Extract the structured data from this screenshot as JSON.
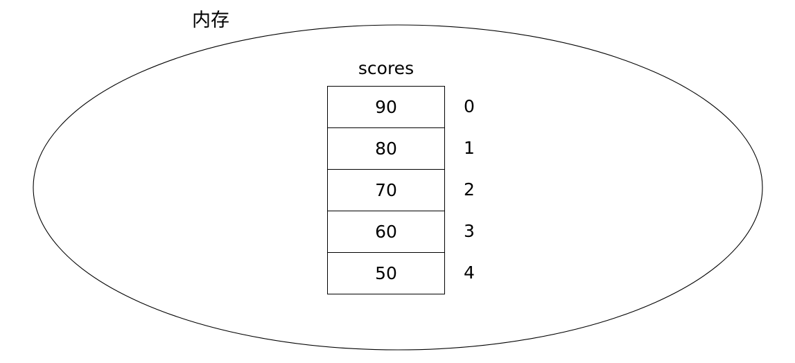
{
  "diagram": {
    "title": "内存",
    "container": {
      "label": "内存",
      "shape_name": "memory-ellipse",
      "stroke_color": "#000000",
      "fill_color": "#ffffff"
    },
    "array": {
      "name": "scores",
      "cells": [
        {
          "value": "90",
          "index": "0"
        },
        {
          "value": "80",
          "index": "1"
        },
        {
          "value": "70",
          "index": "2"
        },
        {
          "value": "60",
          "index": "3"
        },
        {
          "value": "50",
          "index": "4"
        }
      ]
    }
  },
  "colors": {
    "background": "#ffffff",
    "line": "#000000",
    "text": "#000000"
  }
}
